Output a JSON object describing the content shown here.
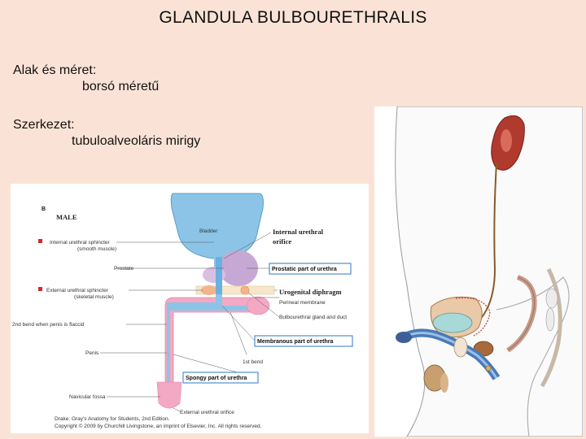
{
  "title": "GLANDULA BULBOURETHRALIS",
  "sections": [
    {
      "label": "Alak és méret:",
      "value": "borsó méretű"
    },
    {
      "label": "Szerkezet:",
      "value": "tubuloalveoláris mirigy"
    }
  ],
  "figure1": {
    "panel_letter": "B",
    "panel_title": "MALE",
    "labels": {
      "bladder": "Bladder",
      "internal_orifice_1": "Internal urethral",
      "internal_orifice_2": "orifice",
      "internal_sphincter_1": "Internal urethral sphincter",
      "internal_sphincter_2": "(smooth muscle)",
      "prostate": "Prostate",
      "prostatic_part": "Prostatic part of urethra",
      "external_sphincter_1": "External urethral sphincter",
      "external_sphincter_2": "(skeletal muscle)",
      "urogenital": "Urogenital diphragm",
      "perineal": "Perineal membrane",
      "bulbourethral": "Bulbourethral gland and duct",
      "second_bend": "2nd bend when penis is flaccid",
      "membranous": "Membranous part of urethra",
      "penis": "Penis",
      "first_bend": "1st bend",
      "spongy": "Spongy part of urethra",
      "navicular": "Navicular fossa",
      "external_orifice": "External urethral orifice",
      "credit_1": "Drake: Gray's Anatomy for Students, 2nd Edition.",
      "credit_2": "Copyright © 2009 by Churchill Livingstone, an imprint of Elsevier, Inc. All rights reserved."
    }
  },
  "colors": {
    "background": "#fae3d6",
    "bladder_blue": "#8cc4e8",
    "urethra_pink": "#f3a8c4",
    "prostate_purple": "#c7a8d4",
    "label_box_blue": "#2a78c8",
    "sphincter_red": "#d42a2a"
  }
}
